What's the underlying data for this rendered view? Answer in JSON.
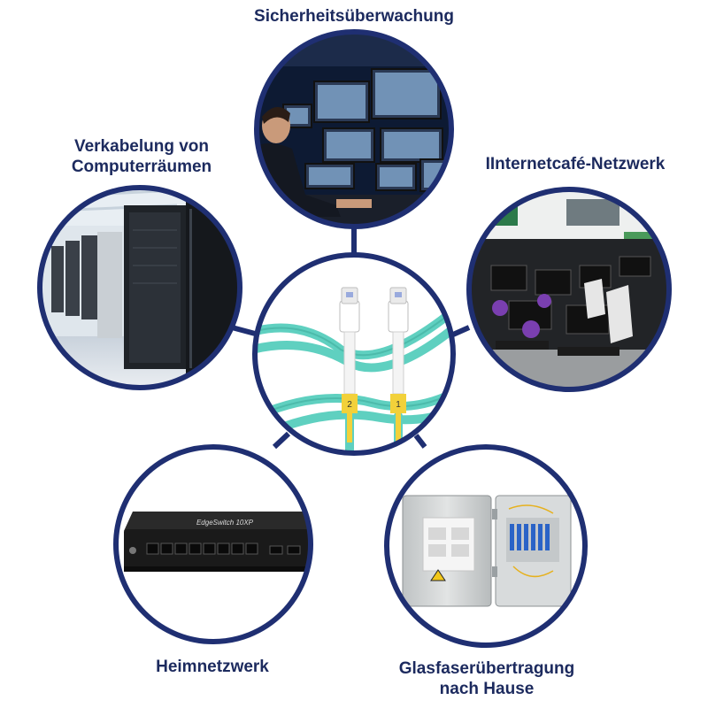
{
  "labels": {
    "top": "Sicherheitsüberwachung",
    "left_line1": "Verkabelung von",
    "left_line2": "Computerräumen",
    "right": "IInternetcafé-Netzwerk",
    "bottom_left": "Heimnetzwerk",
    "bottom_right_line1": "Glasfaserübertragung",
    "bottom_right_line2": "nach Hause"
  },
  "switch": {
    "brand_text": "EdgeSwitch 10XP"
  },
  "connector": {
    "tag_1": "2",
    "tag_2": "1"
  },
  "colors": {
    "ring": "#1f2f72",
    "label": "#1c2a5e",
    "cable": "#5fd0c0"
  }
}
